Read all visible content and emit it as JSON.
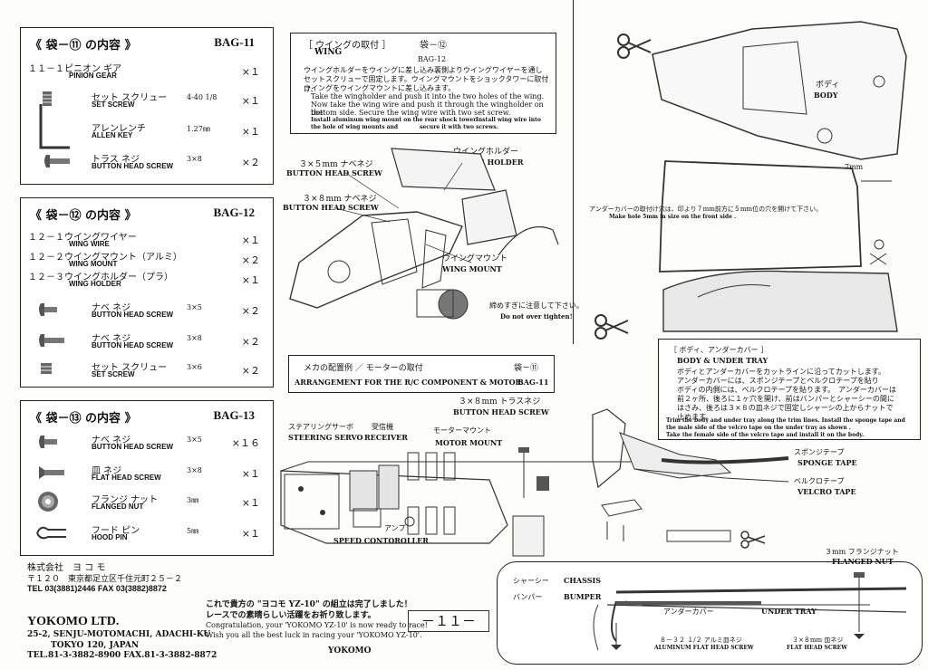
{
  "bag11": {
    "title": "《 袋－⑪ の内容 》",
    "code": "BAG-11",
    "rows": [
      {
        "jp": "１１－１ピニオン ギア",
        "en": "PINION GEAR",
        "spec": "",
        "qty": "×１"
      },
      {
        "jp": "セット スクリュー",
        "en": "SET SCREW",
        "spec": "4-40 1/8",
        "qty": "×１"
      },
      {
        "jp": "アレンレンチ",
        "en": "ALLEN KEY",
        "spec": "1.27㎜",
        "qty": "×１"
      },
      {
        "jp": "トラス ネジ",
        "en": "BUTTON HEAD SCREW",
        "spec": "3×8",
        "qty": "×２"
      }
    ]
  },
  "bag12": {
    "title": "《 袋－⑫ の内容 》",
    "code": "BAG-12",
    "rows": [
      {
        "jp": "１２－１ウイングワイヤー",
        "en": "WING WIRE",
        "spec": "",
        "qty": "×１"
      },
      {
        "jp": "１２－２ウイングマウント（アルミ）",
        "en": "WING MOUNT",
        "spec": "",
        "qty": "×２"
      },
      {
        "jp": "１２－３ウイングホルダー（プラ）",
        "en": "WING HOLDER",
        "spec": "",
        "qty": "×１"
      },
      {
        "jp": "ナベ ネジ",
        "en": "BUTTON HEAD SCREW",
        "spec": "3×5",
        "qty": "×２"
      },
      {
        "jp": "ナベ ネジ",
        "en": "BUTTON HEAD SCREW",
        "spec": "3×8",
        "qty": "×２"
      },
      {
        "jp": "セット スクリュー",
        "en": "SET SCREW",
        "spec": "3×6",
        "qty": "×２"
      }
    ]
  },
  "bag13": {
    "title": "《 袋－⑬ の内容 》",
    "code": "BAG-13",
    "rows": [
      {
        "jp": "ナベ ネジ",
        "en": "BUTTON HEAD SCREW",
        "spec": "3×5",
        "qty": "×１６"
      },
      {
        "jp": "皿 ネジ",
        "en": "FLAT HEAD SCREW",
        "spec": "3×8",
        "qty": "×１"
      },
      {
        "jp": "フランジ ナット",
        "en": "FLANGED NUT",
        "spec": "3㎜",
        "qty": "×１"
      },
      {
        "jp": "フード ピン",
        "en": "HOOD PIN",
        "spec": "5㎜",
        "qty": "×１"
      }
    ]
  },
  "company_jp": {
    "name": "株式会社　ヨ コ モ",
    "address": "〒１２０　東京都足立区千住元町２５－２",
    "tel": "TEL 03(3881)2446  FAX 03(3882)8872"
  },
  "company_en": {
    "name": "YOKOMO LTD.",
    "address1": "25-2, SENJU-MOTOMACHI, ADACHI-KU",
    "address2": "TOKYO 120, JAPAN",
    "tel": "TEL.81-3-3882-8900 FAX.81-3-3882-8872"
  },
  "closing": {
    "jp1": "これで貴方の \"ヨコモ YZ-10\" の組立は完了しました！",
    "jp2": "レースでの素晴らしい活躍をお祈り致します。",
    "en1": "Congratulation, your 'YOKOMO YZ-10' is now ready to race!",
    "en2": "Wish you all the best luck in racing your 'YOKOMO YZ-10'.",
    "sign": "YOKOMO",
    "page": "－１１－"
  },
  "wing": {
    "title": "［ ウイングの取付 ］",
    "bag_jp": "袋－⑫",
    "title_en": "WING",
    "bag": "BAG-12",
    "jp1": "ウイングホルダーをウイングに差し込み裏側よりウイングワイヤーを通し",
    "jp2": "セットスクリューで固定します。ウイングマウントをショックタワーに取付け、",
    "jp3": "ウイングをウイングマウントに差し込みます。",
    "en1": "Take the wingholder and push it into the two holes of the wing.",
    "en2": "Now take the wing wire and push it through the wingholder on the",
    "en3": "bottom side. Secure the wing wire with two set screw.",
    "en4a": "Install aluminum wing mount on the rear shock tower.",
    "en4b": "Install wing wire into",
    "en5a": "the hole of wing mounts and",
    "en5b": "secure it with two screws.",
    "lbl_screw1_jp": "３×５mm ナベネジ",
    "lbl_screw1_en": "BUTTON HEAD SCREW",
    "lbl_holder_jp": "ウイングホルダー",
    "lbl_holder_en": "WING HOLDER",
    "lbl_screw2_jp": "３×８mm ナベネジ",
    "lbl_screw2_en": "BUTTON HEAD SCREW",
    "lbl_mount_jp": "ウイングマウント",
    "lbl_mount_en": "WING MOUNT",
    "warn_jp": "締めすぎに注意して下さい。",
    "warn_en": "Do not over tighten!"
  },
  "arrange": {
    "title_jp": "メカの配置例 ／ モーターの取付",
    "bag_jp": "袋－⑪",
    "title_en": "ARRANGEMENT FOR THE R/C COMPONENT & MOTOR",
    "bag": "BAG-11",
    "screw_jp": "３×８mm トラスネジ",
    "screw_en": "BUTTON HEAD SCREW",
    "servo_jp": "ステアリングサーボ",
    "servo_en": "STEERING SERVO",
    "rx_jp": "受信機",
    "rx_en": "RECEIVER",
    "mm_jp": "モーターマウント",
    "mm_en": "MOTOR MOUNT",
    "amp_jp": "アンプ",
    "amp_en": "SPEED CONTOROLLER"
  },
  "body": {
    "jp": "ボディ",
    "en": "BODY",
    "dim": "7mm",
    "hole_jp": "アンダーカバーの取付け穴は、印より７mm前方に５mm位の穴を開けて下さい。",
    "hole_en": "Make hole 5mm in size on the front side ."
  },
  "tray": {
    "title_jp": "［ ボディ、アンダーカバー ］",
    "title_en": "BODY & UNDER TRAY",
    "jp1": "ボディとアンダーカバーをカットラインに沿ってカットします。",
    "jp2": "アンダーカバーには、スポンジテープとベルクロテープを貼り",
    "jp3": "ボディの内側には、ベルクロテープを貼ります。　アンダーカバーは",
    "jp4": "前２ヶ所、後ろに１ヶ穴を開け、前はバンパーとシャーシーの間に",
    "jp5": "はさみ、後ろは３×８の皿ネジで固定しシャーシの上からナットで",
    "jp6": "止めます。",
    "en1": "Trim the body and under tray along the trim lines. Install the sponge tape and",
    "en2": "the male side of the velcro tape on the under tray as shown .",
    "en3": "Take the female side of the velcro tape and install it on the body.",
    "sponge_jp": "スポンジテープ",
    "sponge_en": "SPONGE TAPE",
    "velcro_jp": "ベルクロテープ",
    "velcro_en": "VELCRO TAPE",
    "nut_jp": "３mm フランジナット",
    "nut_en": "FLANGED NUT",
    "chassis_jp": "シャーシー",
    "chassis_en": "CHASSIS",
    "bumper_jp": "バンパー",
    "bumper_en": "BUMPER",
    "under_jp": "アンダーカバー",
    "under_en": "UNDER TRAY",
    "s1_jp": "８－３２ １/２ アルミ皿ネジ",
    "s1_en": "ALUMINUM FLAT HEAD SCREW",
    "s2_jp": "３×８mm 皿ネジ",
    "s2_en": "FLAT HEAD SCREW"
  }
}
